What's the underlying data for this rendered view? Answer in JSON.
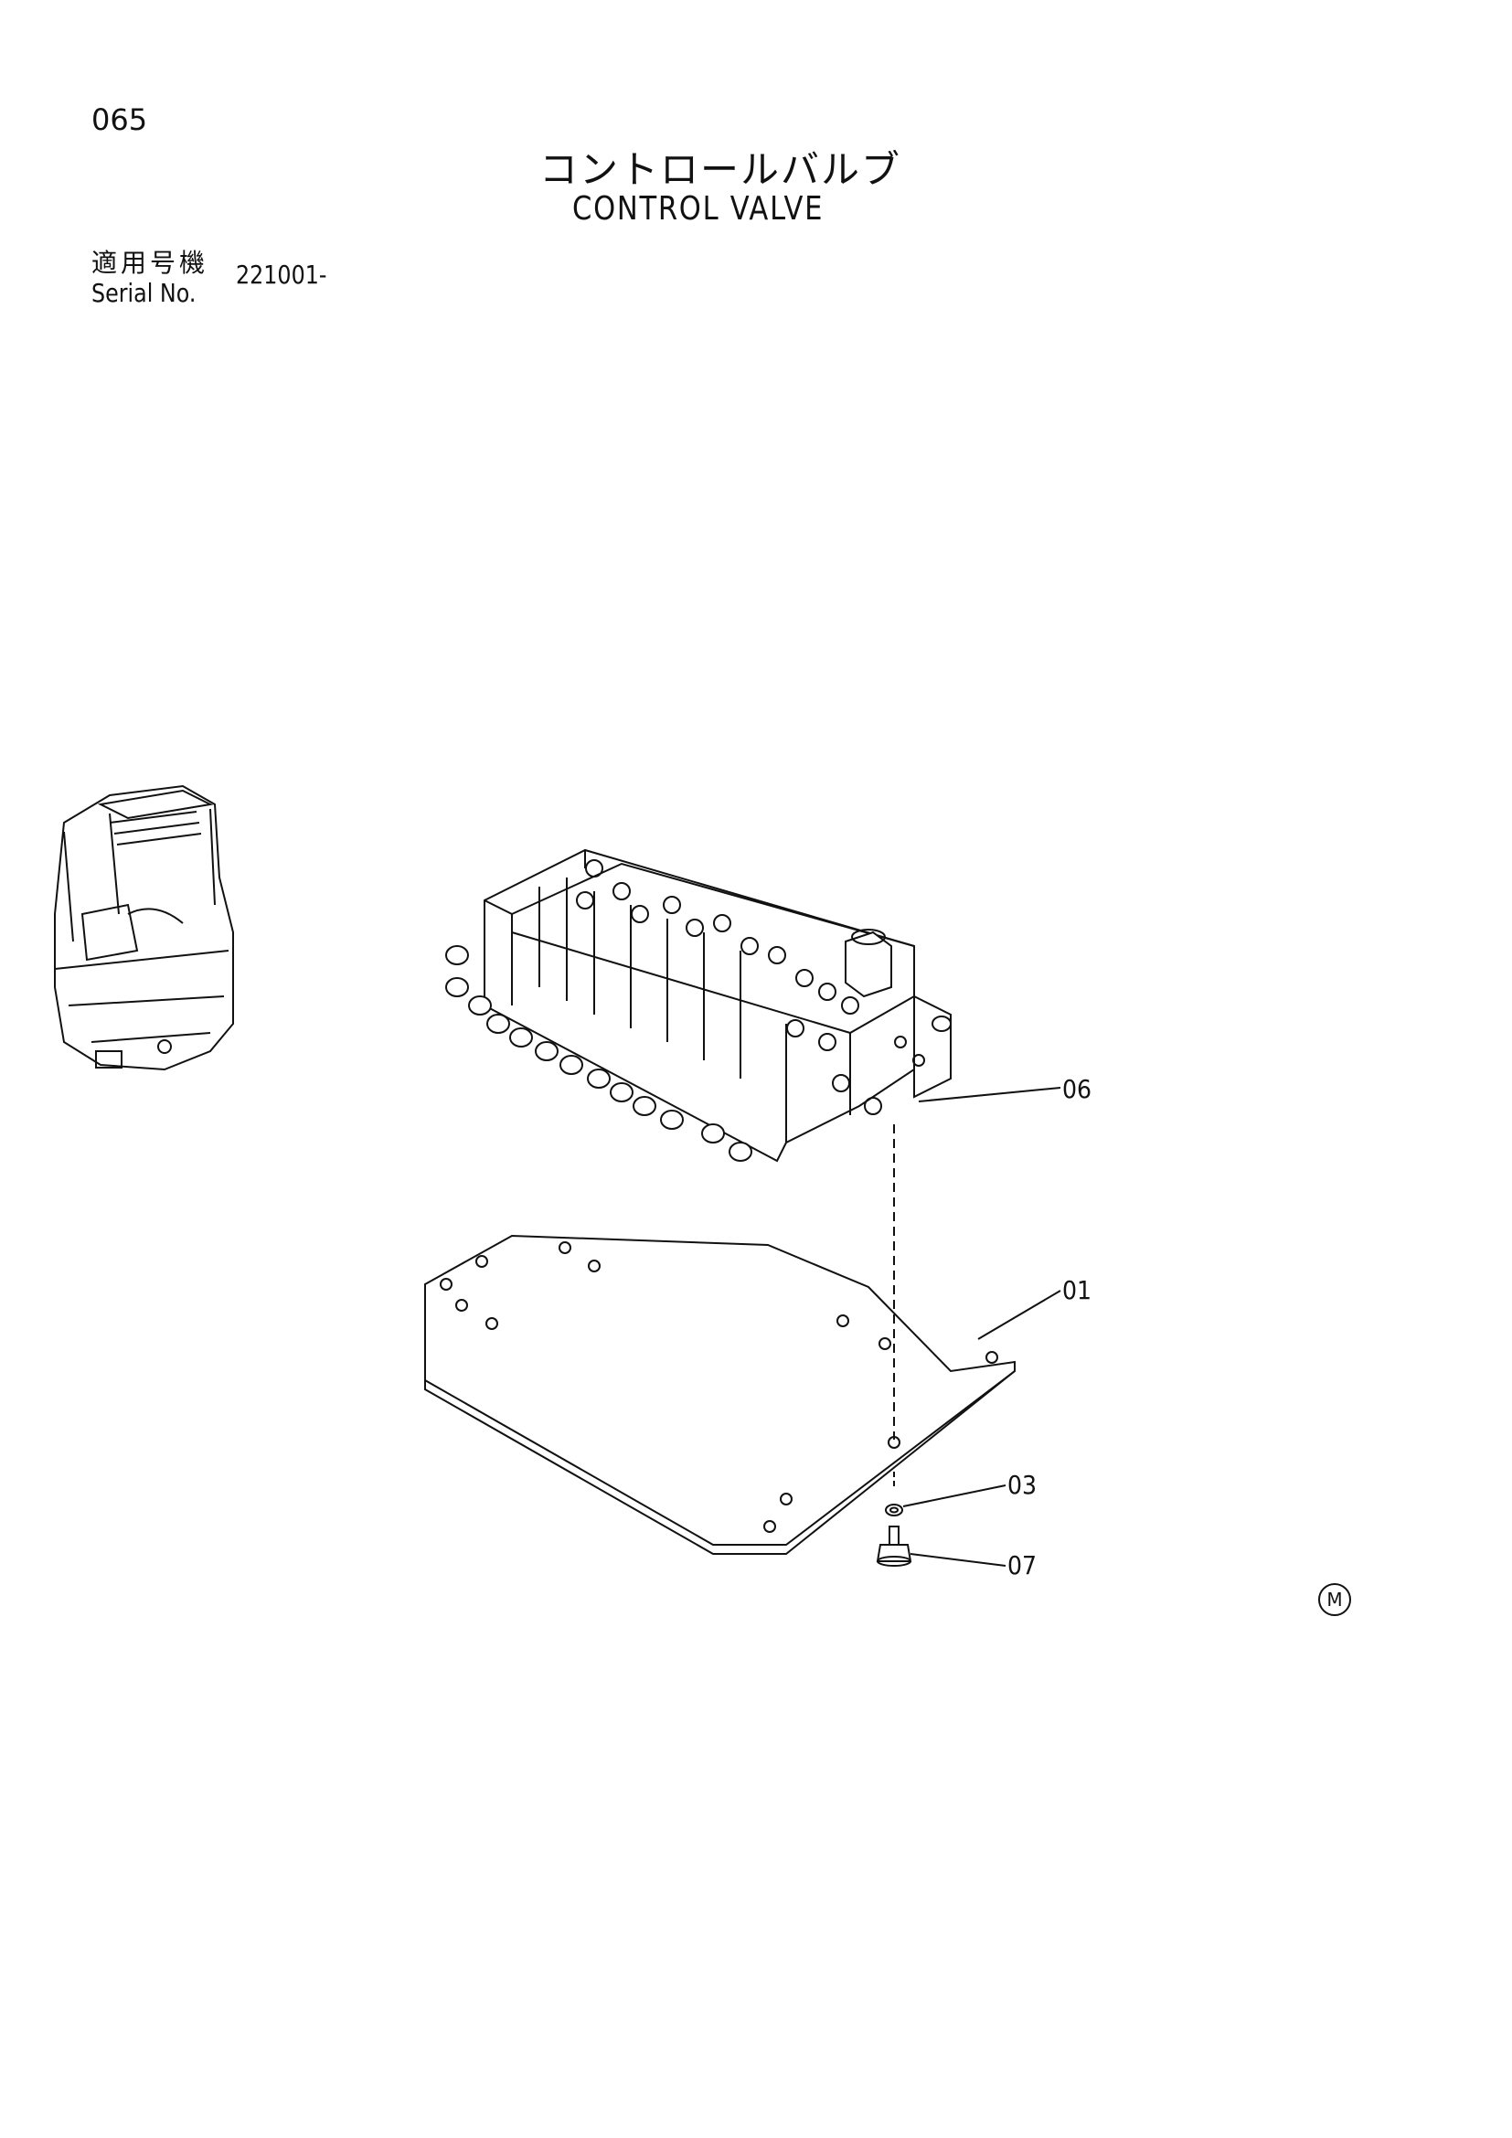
{
  "header": {
    "page_number": "065",
    "title_jp": "コントロールバルブ",
    "title_en": "CONTROL VALVE"
  },
  "serial": {
    "label_jp": "適用号機",
    "label_en": "Serial No.",
    "value": "221001-"
  },
  "callouts": {
    "c06": "06",
    "c01": "01",
    "c03": "03",
    "c07": "07"
  },
  "mark": "M",
  "icons": [
    "excavator-cab-icon",
    "control-valve-illustration",
    "mounting-plate-illustration",
    "washer-icon",
    "bolt-icon"
  ]
}
